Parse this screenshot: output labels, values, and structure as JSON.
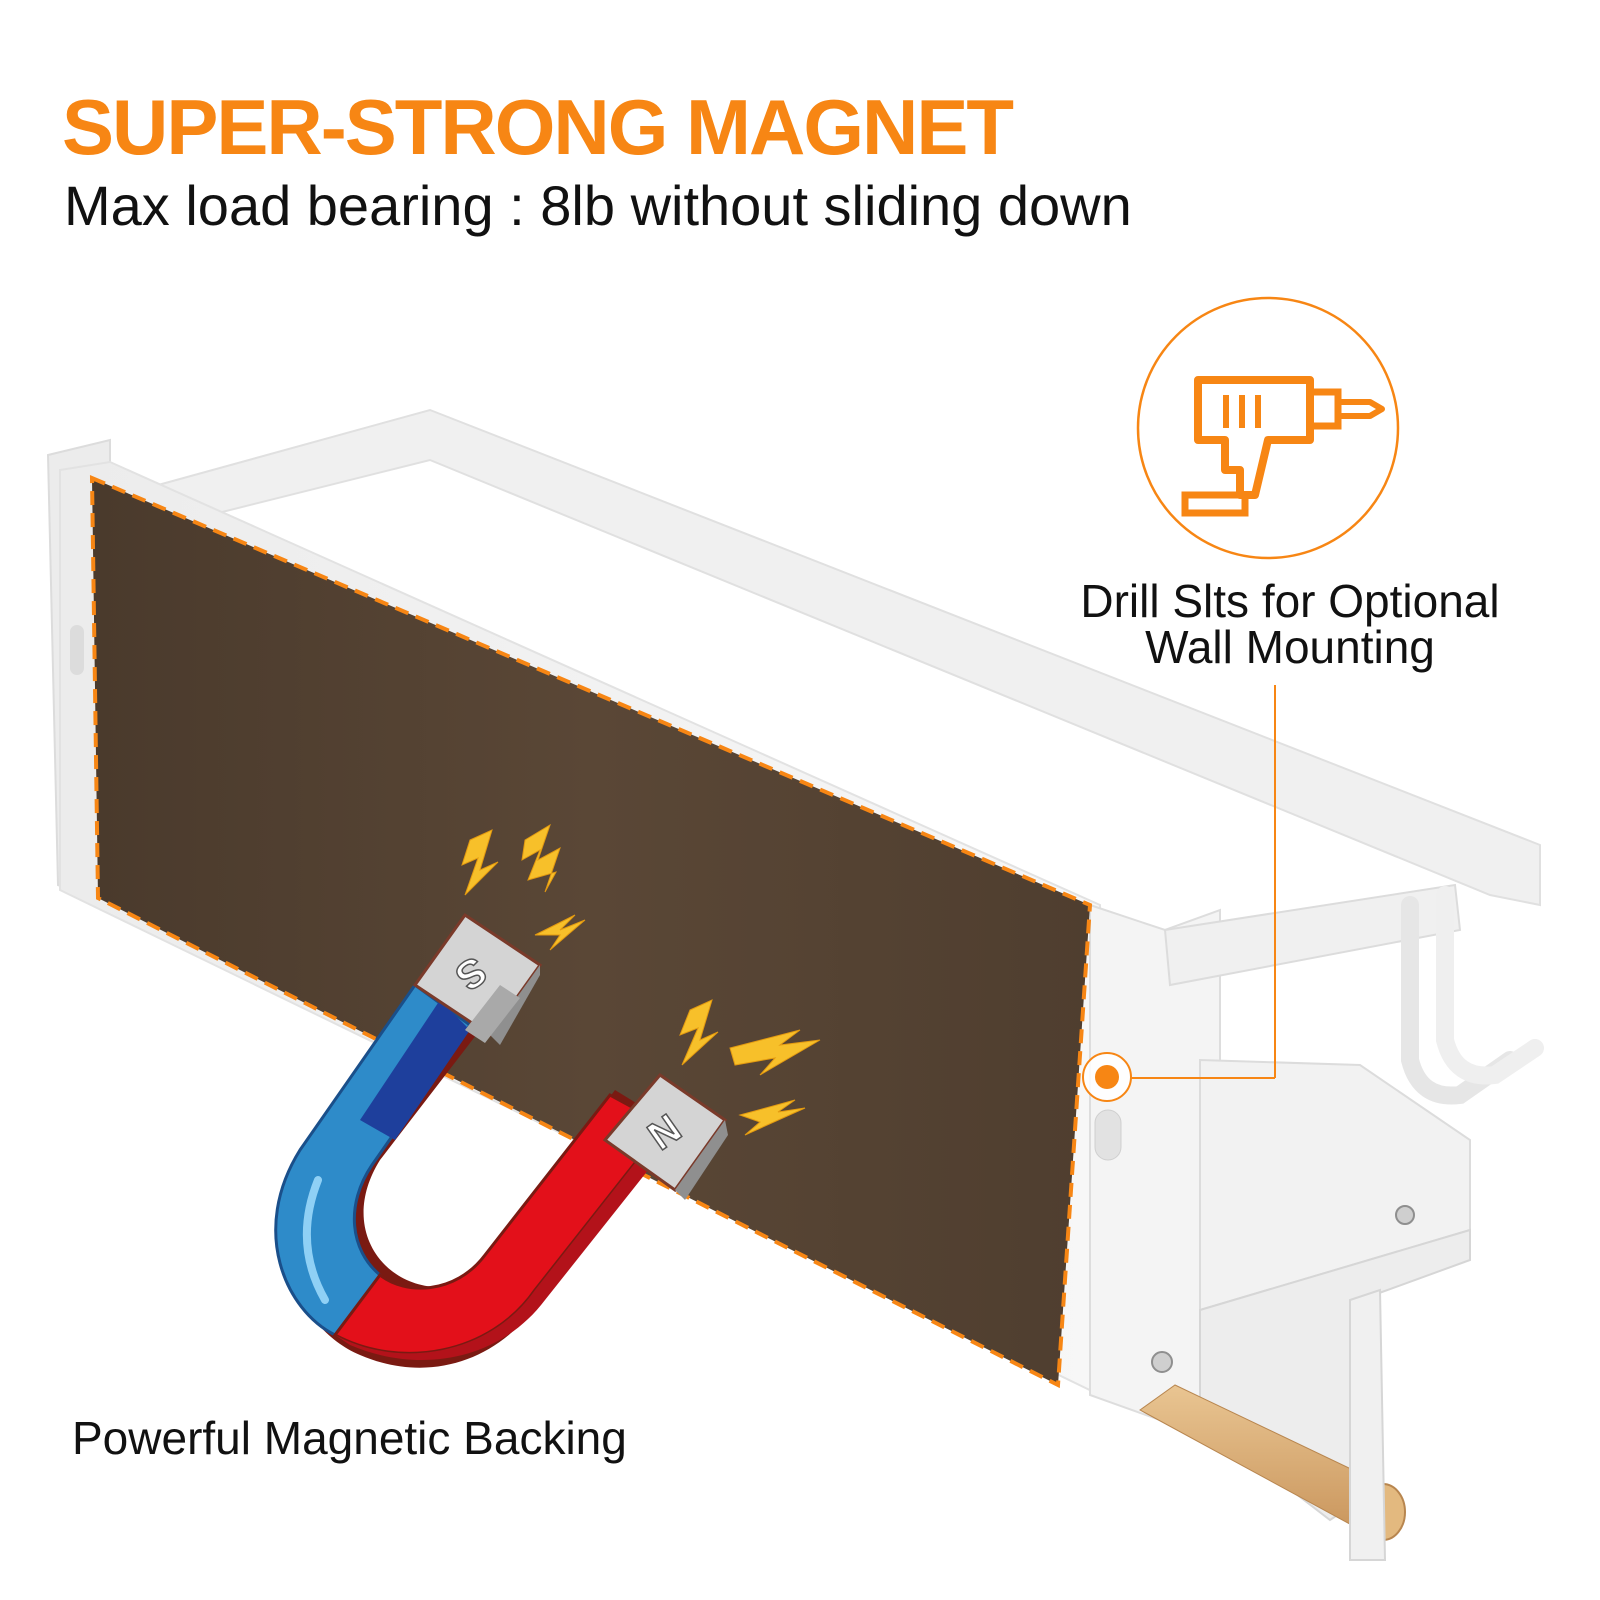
{
  "headline": "SUPER-STRONG MAGNET",
  "subheadline": "Max load bearing : 8lb without sliding down",
  "callout": {
    "line1": "Drill Slts for Optional",
    "line2": "Wall Mounting",
    "icon": "drill-icon"
  },
  "caption": "Powerful Magnetic Backing",
  "magnet": {
    "pole_south": "S",
    "pole_north": "N"
  },
  "colors": {
    "accent": "#F78614",
    "magnetic_panel": "#544232",
    "magnet_blue": "#2E8BC9",
    "magnet_red": "#E3101A",
    "lightning": "#F7C02A",
    "rack": "#F2F2F2",
    "wood": "#D9AE79"
  }
}
